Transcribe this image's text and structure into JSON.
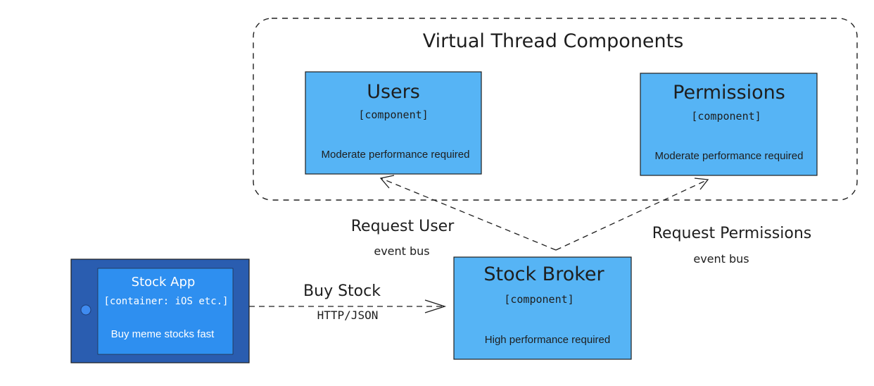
{
  "colors": {
    "component_fill": "#56b4f5",
    "container_fill": "#2e8ff0",
    "device_fill": "#2a5db0",
    "stroke": "#1e1e1e",
    "text_dark": "#1e1e1e",
    "text_light": "#ffffff"
  },
  "group": {
    "title": "Virtual Thread Components"
  },
  "components": {
    "users": {
      "title": "Users",
      "type": "[component]",
      "description": "Moderate performance required"
    },
    "permissions": {
      "title": "Permissions",
      "type": "[component]",
      "description": "Moderate performance required"
    },
    "stock_broker": {
      "title": "Stock Broker",
      "type": "[component]",
      "description": "High performance required"
    }
  },
  "container": {
    "title": "Stock App",
    "type": "[container: iOS etc.]",
    "description": "Buy meme stocks fast"
  },
  "edges": {
    "buy_stock": {
      "label": "Buy Stock",
      "protocol": "HTTP/JSON"
    },
    "request_user": {
      "label": "Request User",
      "protocol": "event bus"
    },
    "request_permissions": {
      "label": "Request Permissions",
      "protocol": "event bus"
    }
  }
}
